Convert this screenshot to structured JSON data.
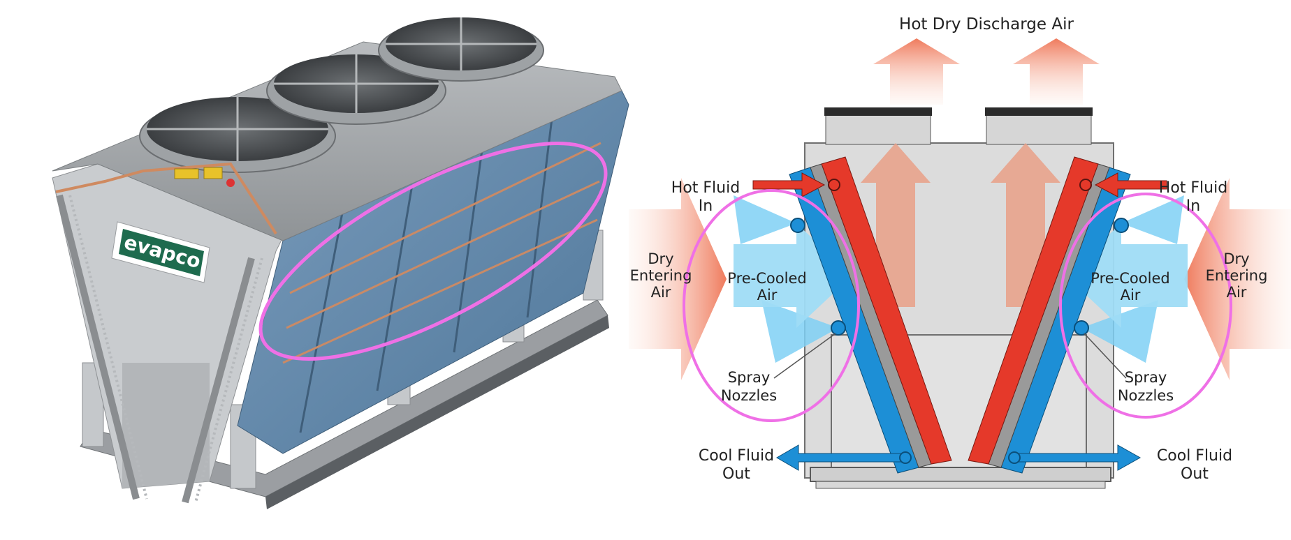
{
  "brand": {
    "logo_text": "evapco"
  },
  "labels": {
    "discharge": "Hot Dry Discharge Air",
    "hot_fluid_in_1": "Hot Fluid",
    "hot_fluid_in_2": "In",
    "dry_entering_1": "Dry",
    "dry_entering_2": "Entering",
    "dry_entering_3": "Air",
    "pre_cooled_1": "Pre-Cooled",
    "pre_cooled_2": "Air",
    "spray_1": "Spray",
    "spray_2": "Nozzles",
    "cool_fluid_out_1": "Cool Fluid",
    "cool_fluid_out_2": "Out"
  },
  "colors": {
    "hot_pipe": "#e5392a",
    "cool_pipe": "#1d8fd6",
    "warm_air": "#ef7a5c",
    "cool_air": "#3db4ea",
    "highlight_ellipse": "#ef70e6",
    "casing": "#dcdcdc",
    "coil_panel": "#5f86a8",
    "brand_green": "#1e6b4e"
  }
}
